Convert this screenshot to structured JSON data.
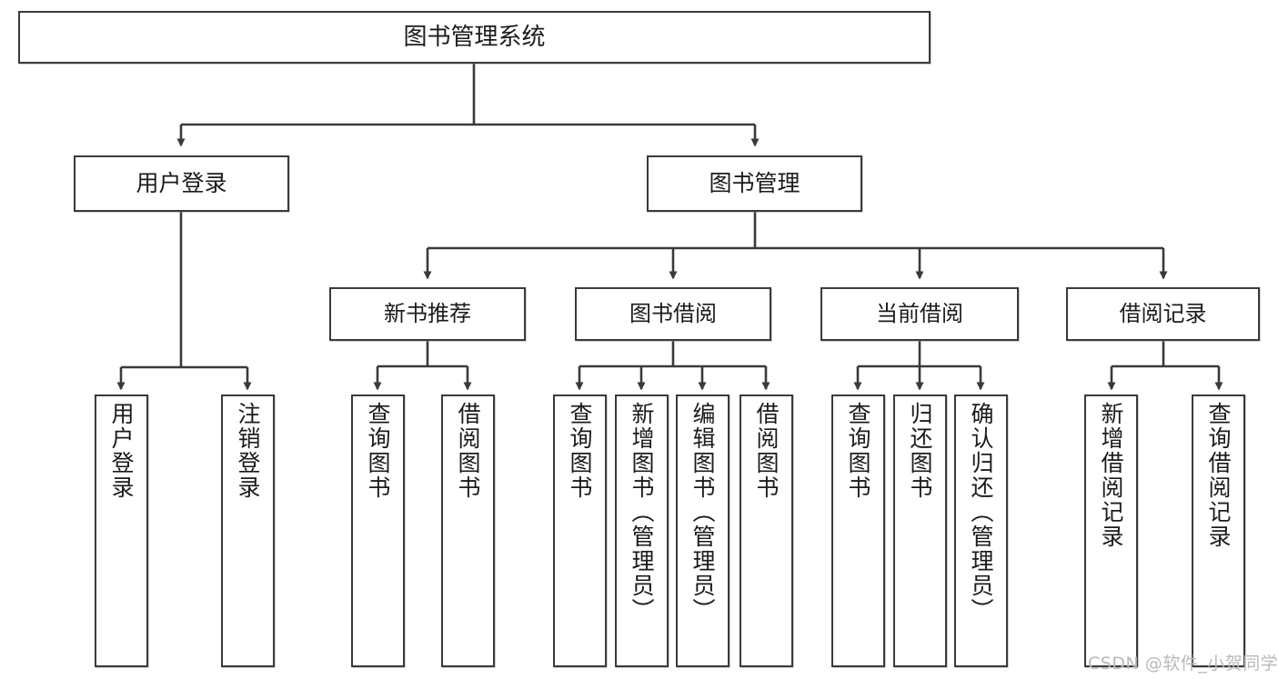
{
  "diagram": {
    "title": "图书管理系统",
    "type": "tree-hierarchy",
    "root": {
      "label": "图书管理系统"
    },
    "level1": [
      {
        "label": "用户登录"
      },
      {
        "label": "图书管理"
      }
    ],
    "level2": [
      {
        "label": "新书推荐"
      },
      {
        "label": "图书借阅"
      },
      {
        "label": "当前借阅"
      },
      {
        "label": "借阅记录"
      }
    ],
    "leaves": {
      "user_login": [
        {
          "label": "用户登录"
        },
        {
          "label": "注销登录"
        }
      ],
      "new_book_recommend": [
        {
          "label": "查询图书"
        },
        {
          "label": "借阅图书"
        }
      ],
      "book_borrow": [
        {
          "label": "查询图书"
        },
        {
          "label": "新增图书（管理员）"
        },
        {
          "label": "编辑图书（管理员）"
        },
        {
          "label": "借阅图书"
        }
      ],
      "current_borrow": [
        {
          "label": "查询图书"
        },
        {
          "label": "归还图书"
        },
        {
          "label": "确认归还（管理员）"
        }
      ],
      "borrow_record": [
        {
          "label": "新增借阅记录"
        },
        {
          "label": "查询借阅记录"
        }
      ]
    },
    "watermark": "CSDN @软件_小贺同学",
    "colors": {
      "border": "#3a3a3a",
      "text": "#1b1b1b",
      "background": "#ffffff",
      "watermark": "#b9b9b9"
    }
  }
}
